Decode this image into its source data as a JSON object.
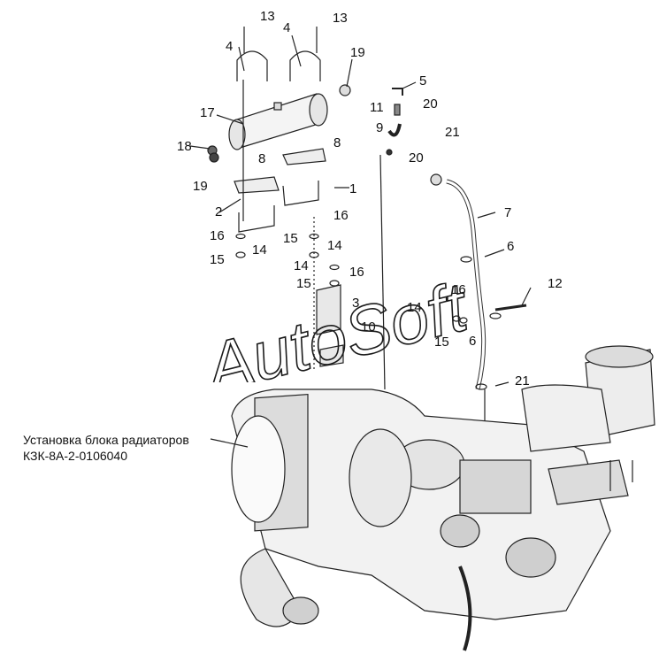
{
  "diagram": {
    "part_labels": [
      {
        "id": "13",
        "text": "13"
      },
      {
        "id": "13",
        "text": "13"
      },
      {
        "id": "4",
        "text": "4"
      },
      {
        "id": "4",
        "text": "4"
      },
      {
        "id": "19",
        "text": "19"
      },
      {
        "id": "5",
        "text": "5"
      },
      {
        "id": "17",
        "text": "17"
      },
      {
        "id": "11",
        "text": "11"
      },
      {
        "id": "20",
        "text": "20"
      },
      {
        "id": "9",
        "text": "9"
      },
      {
        "id": "21",
        "text": "21"
      },
      {
        "id": "18",
        "text": "18"
      },
      {
        "id": "8",
        "text": "8"
      },
      {
        "id": "20",
        "text": "20"
      },
      {
        "id": "8",
        "text": "8"
      },
      {
        "id": "19",
        "text": "19"
      },
      {
        "id": "1",
        "text": "1"
      },
      {
        "id": "7",
        "text": "7"
      },
      {
        "id": "2",
        "text": "2"
      },
      {
        "id": "16",
        "text": "16"
      },
      {
        "id": "16",
        "text": "16"
      },
      {
        "id": "15",
        "text": "15"
      },
      {
        "id": "14",
        "text": "14"
      },
      {
        "id": "6",
        "text": "6"
      },
      {
        "id": "15",
        "text": "15"
      },
      {
        "id": "14",
        "text": "14"
      },
      {
        "id": "14",
        "text": "14"
      },
      {
        "id": "16",
        "text": "16"
      },
      {
        "id": "15",
        "text": "15"
      },
      {
        "id": "12",
        "text": "12"
      },
      {
        "id": "16",
        "text": "16"
      },
      {
        "id": "3",
        "text": "3"
      },
      {
        "id": "14",
        "text": "14"
      },
      {
        "id": "15",
        "text": "15"
      },
      {
        "id": "6",
        "text": "6"
      },
      {
        "id": "10",
        "text": "10"
      },
      {
        "id": "21",
        "text": "21"
      }
    ],
    "caption_line1": "Установка блока радиаторов",
    "caption_line2": "КЗК-8А-2-0106040"
  },
  "watermark": {
    "text": "AutoSoft"
  }
}
